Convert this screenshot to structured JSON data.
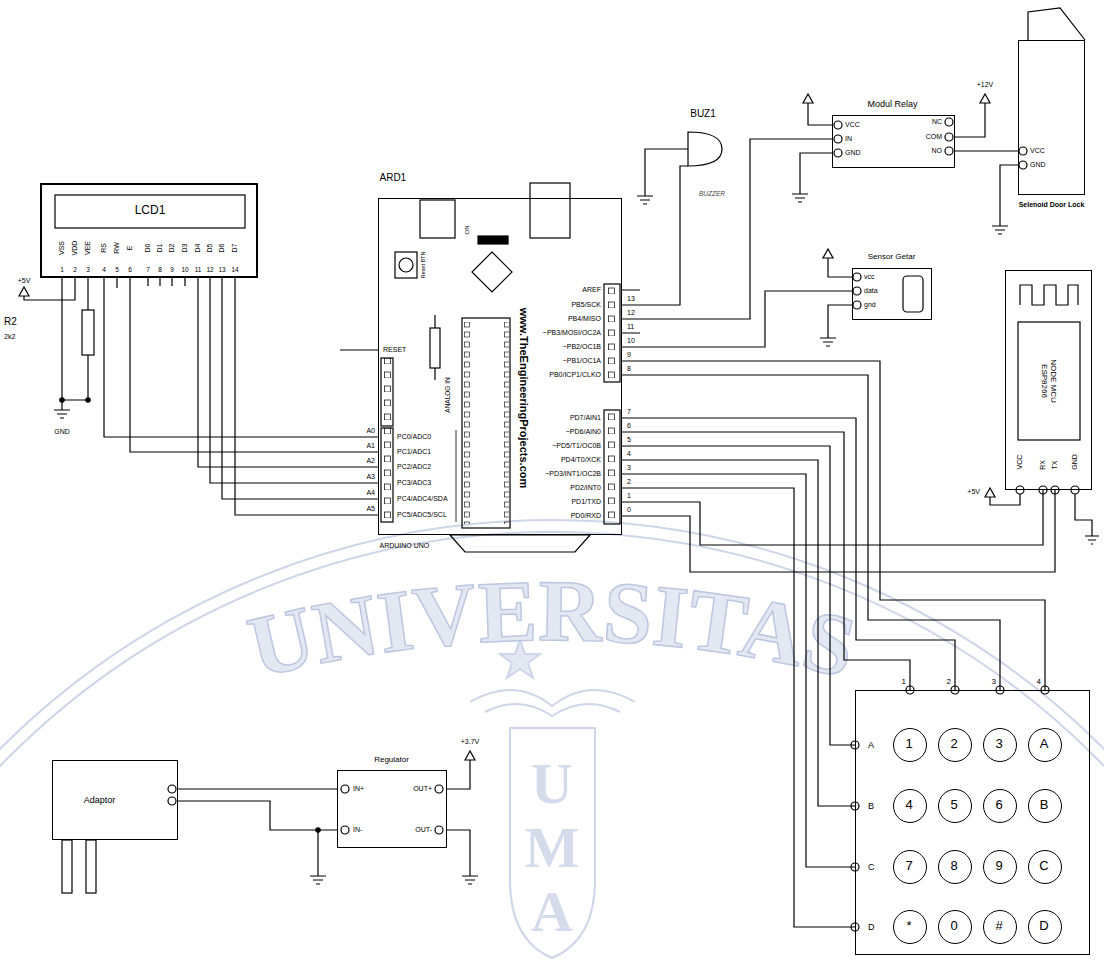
{
  "diagram": {
    "nodes": [
      {
        "text": [
          "LCD1"
        ]
      },
      {
        "text": [
          "ARD1",
          "ARDUINO UNO"
        ]
      },
      {
        "text": [
          "BUZ1",
          "BUZZER"
        ]
      },
      {
        "text": [
          "Modul Relay"
        ]
      },
      {
        "text": [
          "Selenoid Door Lock"
        ]
      },
      {
        "text": [
          "Sensor Getar"
        ]
      },
      {
        "text": [
          "NODE MCU ESP8266"
        ]
      },
      {
        "text": []
      },
      {
        "text": [
          "1"
        ],
        "in": 7
      },
      {
        "text": [
          "2"
        ],
        "in": 7
      },
      {
        "text": [
          "3"
        ],
        "in": 7
      },
      {
        "text": [
          "A"
        ],
        "in": 7
      },
      {
        "text": [
          "4"
        ],
        "in": 7
      },
      {
        "text": [
          "5"
        ],
        "in": 7
      },
      {
        "text": [
          "6"
        ],
        "in": 7
      },
      {
        "text": [
          "B"
        ],
        "in": 7
      },
      {
        "text": [
          "7"
        ],
        "in": 7
      },
      {
        "text": [
          "8"
        ],
        "in": 7
      },
      {
        "text": [
          "9"
        ],
        "in": 7
      },
      {
        "text": [
          "C"
        ],
        "in": 7
      },
      {
        "text": [
          "*"
        ],
        "in": 7
      },
      {
        "text": [
          "0"
        ],
        "in": 7
      },
      {
        "text": [
          "#"
        ],
        "in": 7
      },
      {
        "text": [
          "D"
        ],
        "in": 7
      },
      {
        "text": [
          "Adaptor"
        ]
      },
      {
        "text": [
          "Regulator"
        ]
      }
    ],
    "edges": [
      {
        "from": 0,
        "to": 1,
        "arrow": "none"
      },
      {
        "from": 0,
        "to": 1,
        "arrow": "none"
      },
      {
        "from": 0,
        "to": 1,
        "arrow": "none"
      },
      {
        "from": 0,
        "to": 1,
        "arrow": "none"
      },
      {
        "from": 0,
        "to": 1,
        "arrow": "none"
      },
      {
        "from": 0,
        "to": 1,
        "arrow": "none"
      },
      {
        "from": 1,
        "to": 2,
        "arrow": "none"
      },
      {
        "from": 1,
        "to": 3,
        "arrow": "none"
      },
      {
        "from": 3,
        "to": 4,
        "arrow": "none"
      },
      {
        "from": 1,
        "to": 5,
        "arrow": "none"
      },
      {
        "from": 1,
        "to": 6,
        "arrow": "none"
      },
      {
        "from": 1,
        "to": 6,
        "arrow": "none"
      },
      {
        "from": 1,
        "to": 7,
        "arrow": "none"
      },
      {
        "from": 1,
        "to": 7,
        "arrow": "none"
      },
      {
        "from": 1,
        "to": 7,
        "arrow": "none"
      },
      {
        "from": 1,
        "to": 7,
        "arrow": "none"
      },
      {
        "from": 1,
        "to": 7,
        "arrow": "none"
      },
      {
        "from": 1,
        "to": 7,
        "arrow": "none"
      },
      {
        "from": 1,
        "to": 7,
        "arrow": "none"
      },
      {
        "from": 1,
        "to": 7,
        "arrow": "none"
      },
      {
        "from": 24,
        "to": 25,
        "arrow": "none"
      },
      {
        "from": 24,
        "to": 25,
        "arrow": "none"
      }
    ],
    "labels": [
      "VSS",
      "VDD",
      "VEE",
      "RS",
      "RW",
      "E",
      "D0",
      "D1",
      "D2",
      "D3",
      "D4",
      "D5",
      "D6",
      "D7",
      "1",
      "2",
      "3",
      "4",
      "5",
      "6",
      "7",
      "8",
      "9",
      "10",
      "11",
      "12",
      "13",
      "14",
      "+5V",
      "R2",
      "2k2",
      "GND",
      "RESET",
      "A0",
      "A1",
      "A2",
      "A3",
      "A4",
      "A5",
      "PC0/ADC0",
      "PC1/ADC1",
      "PC2/ADC2",
      "PC3/ADC3",
      "PC4/ADC4/SDA",
      "PC5/ADC5/SCL",
      "AREF",
      "PB5/SCK",
      "PB4/MISO",
      "~PB3/MOSI/OC2A",
      "~PB2/OC1B",
      "~PB1/OC1A",
      "PB0/ICP1/CLKO",
      "PD7/AIN1",
      "~PD6/AIN0",
      "~PD5/T1/OC0B",
      "PD4/T0/XCK",
      "~PD3/INT1/OC2B",
      "PD2/INT0",
      "PD1/TXD",
      "PD0/RXD",
      "13",
      "12",
      "11",
      "10",
      "9",
      "8",
      "7",
      "6",
      "5",
      "4",
      "3",
      "2",
      "1",
      "0",
      "ANALOG IN",
      "www.TheEngineeringProjects.com",
      "ON",
      "Reset BTN",
      "VCC",
      "IN",
      "GND",
      "NC",
      "COM",
      "NO",
      "+12V",
      "VCC",
      "GND",
      "vcc",
      "data",
      "gnd",
      "VCC",
      "RX",
      "TX",
      "GND",
      "+5V",
      "1",
      "2",
      "3",
      "4",
      "A",
      "B",
      "C",
      "D",
      "IN+",
      "IN-",
      "OUT+",
      "OUT-",
      "+3.7V",
      "UNIVERSITAS",
      "U M A"
    ]
  }
}
